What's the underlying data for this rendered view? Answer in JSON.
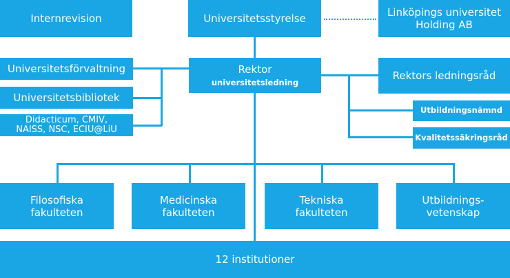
{
  "boxes": {
    "internrevision": "Internrevision",
    "styrelse": "Universitetsstyrelse",
    "holding_line1": "Linköpings universitet",
    "holding_line2": "Holding AB",
    "forvaltning": "Universitetsförvaltning",
    "rektor": "Rektor",
    "rektor_sub": "universitetsledning",
    "ledningsrad": "Rektors ledningsråd",
    "bibliotek": "Universitetsbibliotek",
    "utbildningsnamnd": "Utbildningsnämnd",
    "didacticum_line1": "Didacticum, CMIV,",
    "didacticum_line2": "NAISS, NSC, ECIU@LiU",
    "kvalitet": "Kvalitetssäkringsråd",
    "filosofiska_line1": "Filosofiska",
    "filosofiska_line2": "fakulteten",
    "medicinska_line1": "Medicinska",
    "medicinska_line2": "fakulteten",
    "tekniska_line1": "Tekniska",
    "tekniska_line2": "fakulteten",
    "utbildningsvet_line1": "Utbildnings-",
    "utbildningsvet_line2": "vetenskap",
    "institutioner": "12 institutioner"
  },
  "colors": {
    "box": "#1aa6e4",
    "text": "#ffffff",
    "background": "#ffffff"
  }
}
